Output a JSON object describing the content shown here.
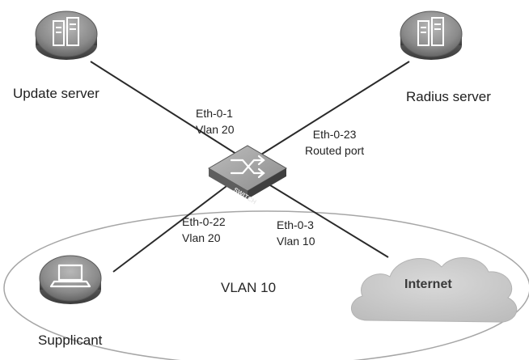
{
  "nodes": {
    "update_server": {
      "label": "Update server",
      "icon": "server-icon"
    },
    "radius_server": {
      "label": "Radius server",
      "icon": "server-icon"
    },
    "switch": {
      "label": "SWITCH",
      "icon": "switch-icon"
    },
    "supplicant": {
      "label": "Supplicant",
      "icon": "laptop-icon"
    },
    "internet": {
      "label": "Internet",
      "icon": "cloud-icon"
    }
  },
  "links": {
    "update": {
      "port": "Eth-0-1",
      "mode": "Vlan 20"
    },
    "radius": {
      "port": "Eth-0-23",
      "mode": "Routed port"
    },
    "supplicant": {
      "port": "Eth-0-22",
      "mode": "Vlan 20"
    },
    "internet": {
      "port": "Eth-0-3",
      "mode": "Vlan 10"
    }
  },
  "vlan_region": {
    "label": "VLAN 10"
  },
  "colors": {
    "node_fill": "#8f8f8f",
    "node_dark": "#4a4a4a",
    "line": "#2a2a2a",
    "cloud": "#c9c9c9",
    "ellipse": "#a6a6a6"
  }
}
